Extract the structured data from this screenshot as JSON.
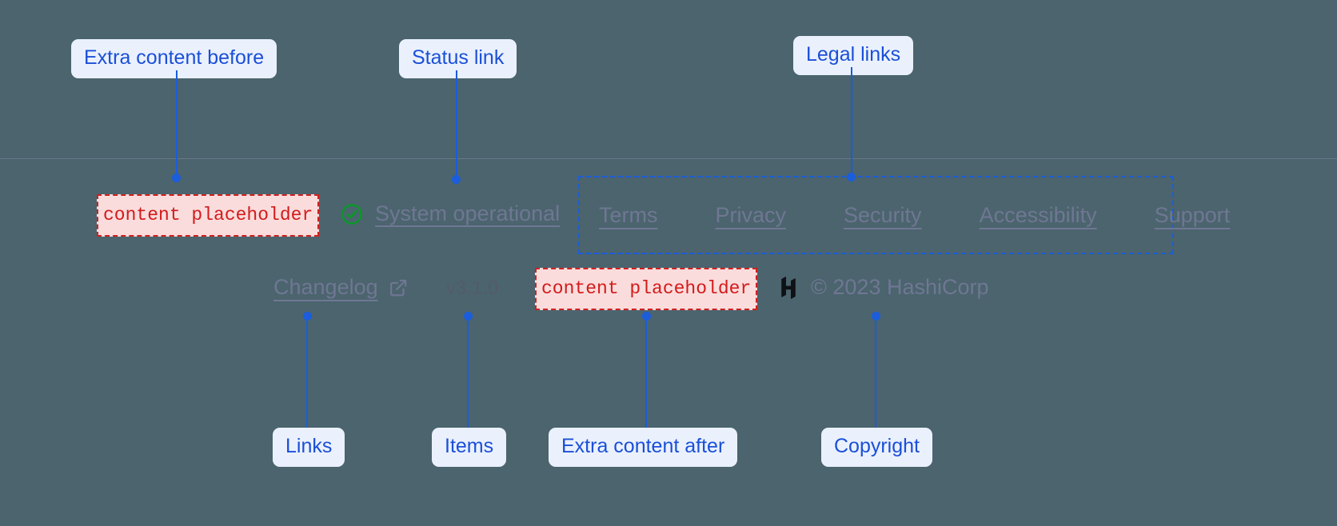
{
  "page": {
    "background_color": "#4b646e",
    "annotation_color": "#1b5ddb",
    "annotation_pill_bg": "#eaf1fd",
    "placeholder_color": "#d31b1b",
    "placeholder_bg": "#fbdcdc",
    "muted_link_color": "#6f7793",
    "status_ok_color": "#0a9828"
  },
  "annotations": {
    "extra_content_before": "Extra content before",
    "status_link": "Status link",
    "legal_links": "Legal links",
    "links": "Links",
    "items": "Items",
    "extra_content_after": "Extra content after",
    "copyright": "Copyright"
  },
  "footer": {
    "row_top": {
      "extra_content_before_placeholder": "content placeholder",
      "status": {
        "icon": "check-circle-icon",
        "label": "System operational"
      },
      "legal_links": [
        {
          "label": "Terms"
        },
        {
          "label": "Privacy"
        },
        {
          "label": "Security"
        },
        {
          "label": "Accessibility"
        },
        {
          "label": "Support"
        }
      ]
    },
    "row_bottom": {
      "changelog": {
        "label": "Changelog",
        "icon": "external-link-icon"
      },
      "version": "v3.1.0",
      "extra_content_after_placeholder": "content placeholder",
      "copyright": {
        "logo": "hashicorp-logo",
        "text": "© 2023 HashiCorp"
      }
    }
  }
}
